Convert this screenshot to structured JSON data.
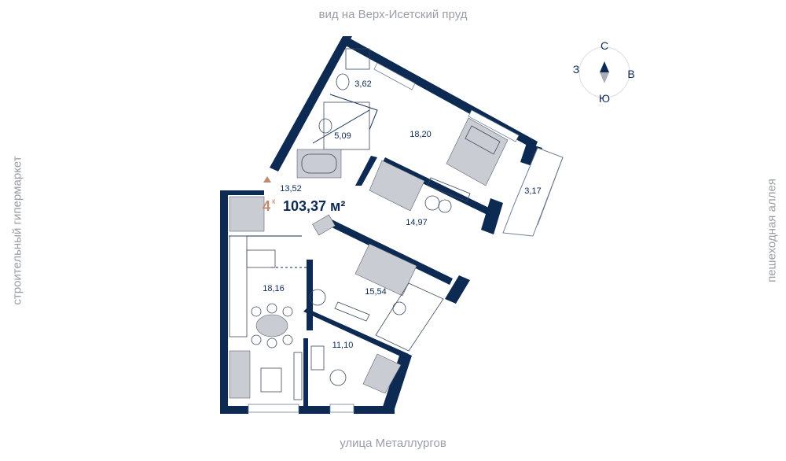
{
  "orientation": {
    "north": "вид на Верх-Исетский пруд",
    "south": "улица Металлургов",
    "west": "строительный гипермаркет",
    "east": "пешеходная аллея"
  },
  "compass": {
    "n": "С",
    "s": "Ю",
    "w": "З",
    "e": "В"
  },
  "apartment": {
    "rooms": "4",
    "rooms_suffix": "к",
    "area": "103,37 м²"
  },
  "rooms": {
    "bath_top": "3,62",
    "bathroom": "5,09",
    "bedroom_north": "18,20",
    "balcony": "3,17",
    "hall": "13,52",
    "bedroom_middle": "14,97",
    "kitchen_living": "18,16",
    "bedroom_south": "15,54",
    "study": "11,10"
  },
  "colors": {
    "wall": "#0d2a52",
    "entrance_marker": "#c08a6e",
    "muted_label": "#9a9ea6"
  }
}
